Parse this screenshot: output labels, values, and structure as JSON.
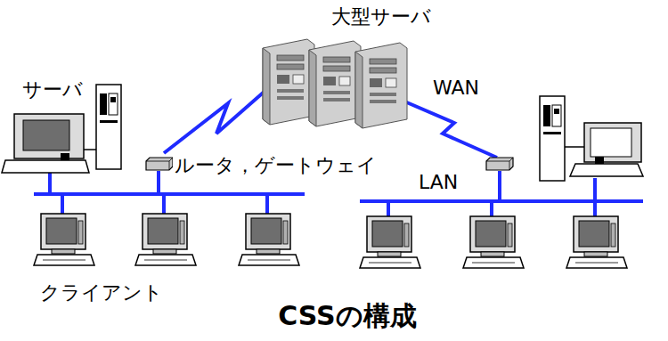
{
  "diagram": {
    "caption": "CSSの構成",
    "labels": [
      "大型サーバ",
      "サーバ",
      "WAN",
      "ルータ，ゲートウェイ",
      "LAN",
      "クライアント"
    ]
  }
}
